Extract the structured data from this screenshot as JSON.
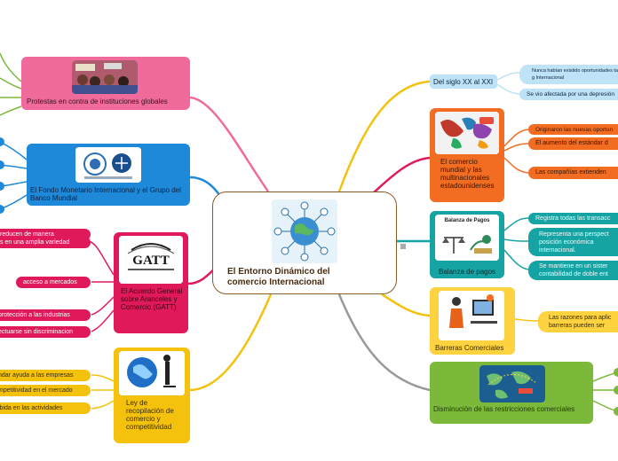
{
  "center": {
    "title": "El Entorno Dinámico del comercio Internacional",
    "image_caption": ""
  },
  "left": {
    "protestas": {
      "label": "Protestas en contra de instituciones globales"
    },
    "fmi": {
      "label": "El Fondo Monetario Internacional y el Grupo del Banco Mundial"
    },
    "gatt": {
      "label": "El Acuerdo General sobre Aranceles y Comercio (GATT)",
      "logo_text": "GATT",
      "children": [
        "reducen de manera",
        "s en una amplia variedad",
        "acceso a mercados",
        "protección a las industrias",
        "ectuarse sin discriminacion"
      ]
    },
    "ley": {
      "label": "Ley de recopilación de comercio y competitividad",
      "children": [
        "ndar ayuda a las empresas",
        "mpetitividad en el mercado",
        "ibida en las actividades"
      ]
    }
  },
  "right": {
    "siglo": {
      "label": "Del siglo XX al XXI",
      "children": [
        "Nunca habían existido oportunidades tan g Internacional",
        "Se vio afectada por una depresión"
      ]
    },
    "comercio": {
      "label": "El comercio mundial y las multinacionales estadounidenses",
      "children": [
        "Originaron las nuevas oportun",
        "El aumento del estándar d",
        "Las compañías extienden"
      ]
    },
    "balanza": {
      "label": "Balanza de pagos",
      "image_title": "Balanza de Pagos",
      "children": [
        "Registra todas las transacc",
        "Representa una perspect posición económica internacional.",
        "Se mantiene en un sister contabilidad de doble ent"
      ]
    },
    "barreras": {
      "label": "Barreras Comerciales",
      "children": [
        "Las razones para aplic barreras pueden ser"
      ]
    },
    "disminucion": {
      "label": "Disminución de las restricciones comerciales"
    }
  },
  "colors": {
    "pink": "#f06b9b",
    "blue": "#1e88d9",
    "crimson": "#e0195a",
    "gold": "#f4c20d",
    "lightblue": "#bfe3f6",
    "orange": "#f26d21",
    "teal": "#16a3a4",
    "yellow": "#ffd23f",
    "green": "#7cb83a"
  }
}
